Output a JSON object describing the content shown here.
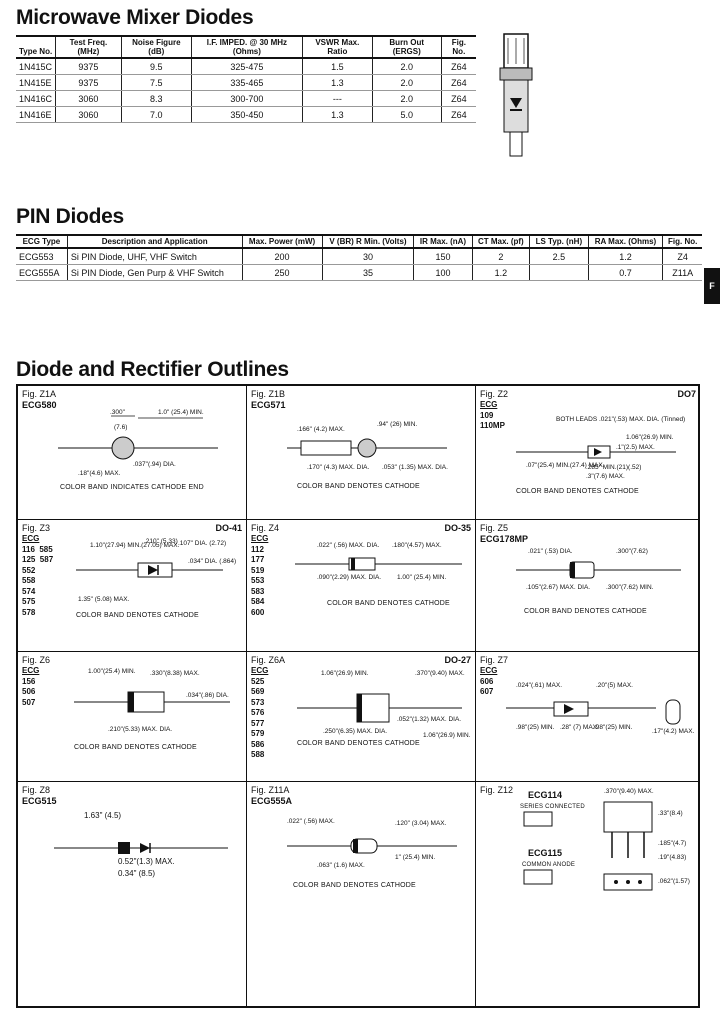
{
  "section1": {
    "title": "Microwave Mixer Diodes",
    "headers": [
      "Type No.",
      "Test Freq. (MHz)",
      "Noise Figure (dB)",
      "I.F. IMPED. @ 30 MHz (Ohms)",
      "VSWR Max. Ratio",
      "Burn Out (ERGS)",
      "Fig. No."
    ],
    "rows": [
      [
        "1N415C",
        "9375",
        "9.5",
        "325-475",
        "1.5",
        "2.0",
        "Z64"
      ],
      [
        "1N415E",
        "9375",
        "7.5",
        "335-465",
        "1.3",
        "2.0",
        "Z64"
      ],
      [
        "1N416C",
        "3060",
        "8.3",
        "300-700",
        "---",
        "2.0",
        "Z64"
      ],
      [
        "1N416E",
        "3060",
        "7.0",
        "350-450",
        "1.3",
        "5.0",
        "Z64"
      ]
    ]
  },
  "section2": {
    "title": "PIN Diodes",
    "headers": [
      "ECG Type",
      "Description and Application",
      "Max. Power (mW)",
      "V (BR) R Min. (Volts)",
      "IR Max. (nA)",
      "CT Max. (pf)",
      "LS Typ. (nH)",
      "RA Max. (Ohms)",
      "Fig. No."
    ],
    "rows": [
      [
        "ECG553",
        "Si PIN Diode, UHF, VHF Switch",
        "200",
        "30",
        "150",
        "2",
        "2.5",
        "1.2",
        "Z4"
      ],
      [
        "ECG555A",
        "Si PIN Diode, Gen Purp & VHF Switch",
        "250",
        "35",
        "100",
        "1.2",
        "",
        "0.7",
        "Z11A"
      ]
    ]
  },
  "tab_letter": "F",
  "section3": {
    "title": "Diode and Rectifier Outlines",
    "figs": {
      "z1a": {
        "fig": "Fig. Z1A",
        "ecg": "ECG580",
        "note": "COLOR BAND INDICATES CATHODE END",
        "d1": ".300\"",
        "d2": "1.0\" (25.4) MIN.",
        "d3": "(7.6)",
        "d4": ".037\"(.94) DIA.",
        "d5": ".18\"(4.6) MAX."
      },
      "z1b": {
        "fig": "Fig. Z1B",
        "ecg": "ECG571",
        "note": "COLOR BAND DENOTES CATHODE",
        "d1": ".166\" (4.2) MAX.",
        "d2": ".94\" (26) MIN.",
        "d3": ".170\" (4.3) MAX. DIA.",
        "d4": ".053\" (1.35) MAX. DIA."
      },
      "z2": {
        "fig": "Fig. Z2",
        "pkg": "DO7",
        "ecg_head": "ECG",
        "ecg": [
          "109",
          "110MP"
        ],
        "note": "COLOR BAND DENOTES CATHODE",
        "d1": "BOTH LEADS .021\"(.53) MAX. DIA. (Tinned)",
        "d2": "1.06\"(26.9) MIN.",
        "d3": ".3\"(7.6) MAX.",
        "d4": ".1\"(2.5) MAX.",
        "d5": ".07\"(25.4) MIN.(27.4) MAX.",
        "d6": ".285\" MIN.(21)(.52)"
      },
      "z3": {
        "fig": "Fig. Z3",
        "pkg": "DO-41",
        "ecg_head": "ECG",
        "ecg": [
          "116  585",
          "125  587",
          "552",
          "558",
          "574",
          "575",
          "578"
        ],
        "note": "COLOR BAND DENOTES CATHODE",
        "d1": "1.10\"(27.94) MIN.(27.05) MAX.",
        "d2": ".210\" (5.33)",
        "d3": ".107\" DIA. (2.72)",
        "d4": ".034\" DIA. (.864)",
        "d5": "1.35\" (5.08) MAX."
      },
      "z4": {
        "fig": "Fig. Z4",
        "pkg": "DO-35",
        "ecg_head": "ECG",
        "ecg": [
          "112",
          "177",
          "519",
          "553",
          "583",
          "584",
          "600"
        ],
        "note": "COLOR BAND DENOTES CATHODE",
        "d1": ".022\" (.56) MAX. DIA.",
        "d2": ".090\"(2.29) MAX. DIA.",
        "d3": ".180\"(4.57) MAX.",
        "d4": "1.00\" (25.4) MIN."
      },
      "z5": {
        "fig": "Fig. Z5",
        "ecg": "ECG178MP",
        "note": "COLOR BAND DENOTES CATHODE",
        "d1": ".021\" (.53) DIA.",
        "d2": ".300\"(7.62)",
        "d3": ".105\"(2.67) MAX. DIA.",
        "d4": ".300\"(7.62) MIN."
      },
      "z6": {
        "fig": "Fig. Z6",
        "ecg_head": "ECG",
        "ecg": [
          "156",
          "506",
          "507"
        ],
        "note": "COLOR BAND DENOTES CATHODE",
        "d1": "1.00\"(25.4) MIN.",
        "d2": ".330\"(8.38) MAX.",
        "d3": ".034\"(.86) DIA.",
        "d4": ".210\"(5.33) MAX. DIA."
      },
      "z6a": {
        "fig": "Fig. Z6A",
        "pkg": "DO-27",
        "ecg_head": "ECG",
        "ecg": [
          "525",
          "569",
          "573",
          "576",
          "577",
          "579",
          "586",
          "588"
        ],
        "note": "COLOR BAND DENOTES CATHODE",
        "d1": "1.06\"(26.9) MIN.",
        "d2": ".370\"(9.40) MAX.",
        "d3": ".052\"(1.32) MAX. DIA.",
        "d4": ".250\"(6.35) MAX. DIA.",
        "d5": "1.06\"(26.9) MIN."
      },
      "z7": {
        "fig": "Fig. Z7",
        "ecg_head": "ECG",
        "ecg": [
          "606",
          "607"
        ],
        "d1": ".024\"(.61) MAX.",
        "d2": ".20\"(5) MAX.",
        "d3": ".98\"(25) MIN.",
        "d4": ".28\" (7) MAX.",
        "d5": ".98\"(25) MIN.",
        "d6": ".17\"(4.2) MAX."
      },
      "z8": {
        "fig": "Fig. Z8",
        "ecg": "ECG515",
        "d1": "1.63\" (4.5)",
        "d2": "0.52\"(1.3) MAX.",
        "d3": "0.34\" (8.5)"
      },
      "z11a": {
        "fig": "Fig. Z11A",
        "ecg": "ECG555A",
        "note": "COLOR BAND DENOTES CATHODE",
        "d1": ".022\" (.56) MAX.",
        "d2": ".120\" (3.04) MAX.",
        "d3": "1\" (25.4) MIN.",
        "d4": ".063\" (1.6) MAX."
      },
      "z12": {
        "fig": "Fig. Z12",
        "ecg1": "ECG114",
        "cap1": "SERIES CONNECTED",
        "ecg2": "ECG115",
        "cap2": "COMMON ANODE",
        "d1": ".370\"(9.40) MAX.",
        "d2": ".33\"(8.4)",
        "d3": ".185\"(4.7)",
        "d4": ".19\"(4.83)",
        "d5": ".062\"(1.57)"
      }
    }
  }
}
